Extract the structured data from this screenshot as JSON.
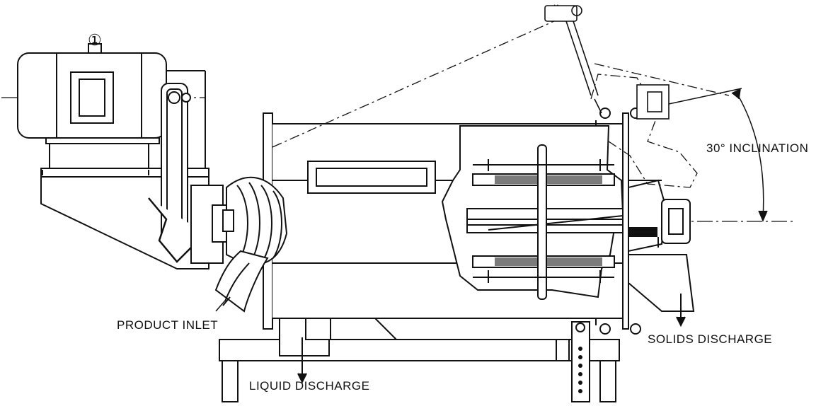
{
  "diagram": {
    "labels": {
      "product_inlet": "PRODUCT INLET",
      "liquid_discharge": "LIQUID DISCHARGE",
      "solids_discharge": "SOLIDS DISCHARGE",
      "inclination": "30° INCLINATION"
    },
    "motor_mark": "①",
    "colors": {
      "line": "#111111",
      "paper": "#ffffff",
      "mesh": "#333333"
    }
  }
}
